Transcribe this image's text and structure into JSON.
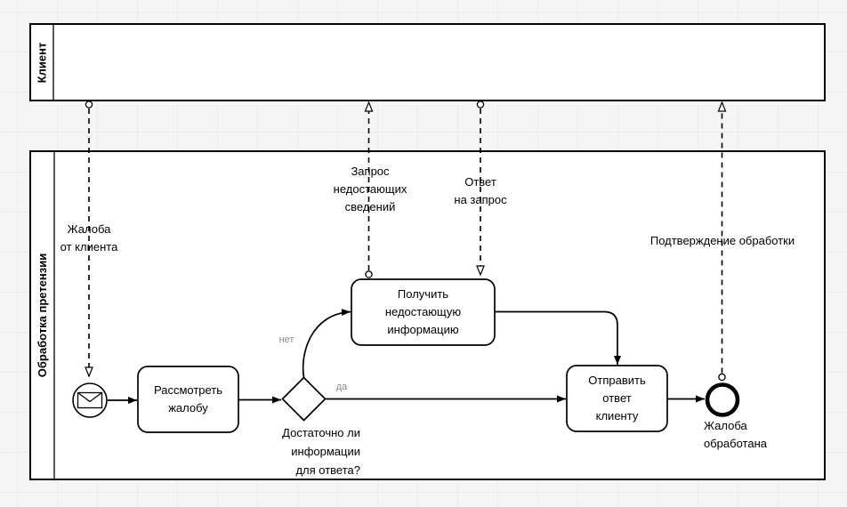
{
  "diagram_type": "bpmn-process",
  "colors": {
    "background": "#f5f5f5",
    "grid": "#ececec",
    "shape_fill": "#ffffff",
    "stroke": "#000000",
    "label_text": "#000000",
    "condition_label_text": "#8a8a8a"
  },
  "pools": {
    "client": {
      "label": "Клиент"
    },
    "processing": {
      "label": "Обработка претензии"
    }
  },
  "nodes": {
    "start_event": {
      "type": "message-start-event",
      "icon": "envelope"
    },
    "task_review": {
      "lines": [
        "Рассмотреть",
        "жалобу"
      ]
    },
    "gateway_enough_info": {
      "question_lines": [
        "Достаточно ли",
        "информации",
        "для ответа?"
      ]
    },
    "task_obtain_info": {
      "lines": [
        "Получить",
        "недостающую",
        "информацию"
      ]
    },
    "task_send_reply": {
      "lines": [
        "Отправить",
        "ответ",
        "клиенту"
      ]
    },
    "end_event": {
      "type": "end-event",
      "label_lines": [
        "Жалоба",
        "обработана"
      ]
    }
  },
  "sequence_flow_labels": {
    "yes": "да",
    "no": "нет"
  },
  "message_flows": {
    "complaint": {
      "lines": [
        "Жалоба",
        "от клиента"
      ]
    },
    "request": {
      "lines": [
        "Запрос",
        "недостающих",
        "сведений"
      ]
    },
    "response": {
      "lines": [
        "Ответ",
        "на запрос"
      ]
    },
    "confirmation": {
      "lines": [
        "Подтверждение обработки"
      ]
    }
  }
}
